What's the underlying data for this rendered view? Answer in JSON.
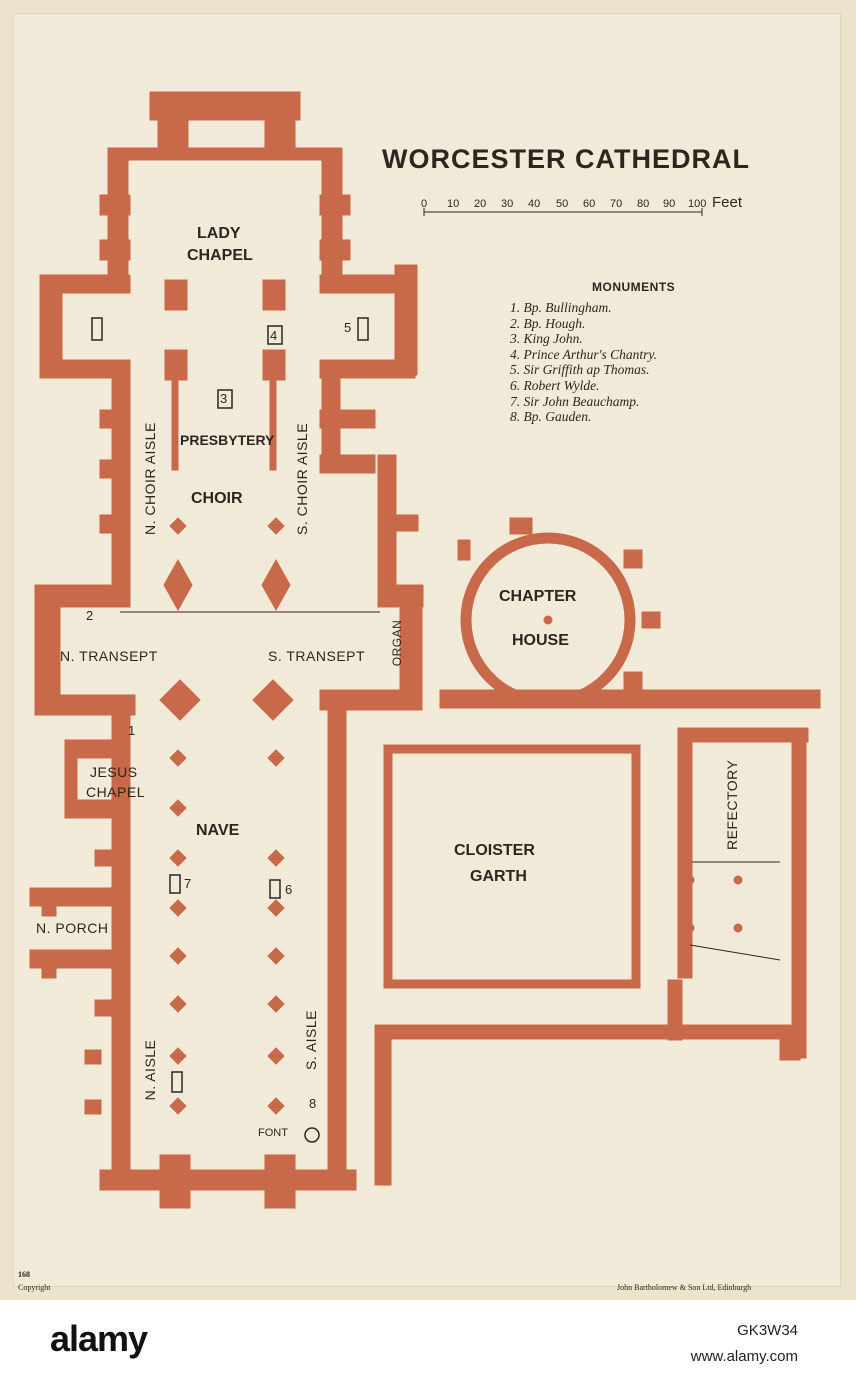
{
  "map": {
    "title": "WORCESTER CATHEDRAL",
    "scale": {
      "ticks": [
        "0",
        "10",
        "20",
        "30",
        "40",
        "50",
        "60",
        "70",
        "80",
        "90",
        "100"
      ],
      "unit": "Feet"
    },
    "monuments_heading": "MONUMENTS",
    "monuments": [
      "1. Bp. Bullingham.",
      "2. Bp. Hough.",
      "3. King John.",
      "4. Prince Arthur's Chantry.",
      "5. Sir Griffith ap Thomas.",
      "6. Robert Wylde.",
      "7. Sir John Beauchamp.",
      "8. Bp. Gauden."
    ],
    "labels": {
      "lady": "LADY",
      "chapel": "CHAPEL",
      "presbytery": "PRESBYTERY",
      "choir": "CHOIR",
      "n_choir_aisle": "N. CHOIR AISLE",
      "s_choir_aisle": "S. CHOIR AISLE",
      "n_transept": "N. TRANSEPT",
      "s_transept": "S. TRANSEPT",
      "organ": "ORGAN",
      "chapter": "CHAPTER",
      "house": "HOUSE",
      "jesus": "JESUS",
      "jesus_chapel": "CHAPEL",
      "nave": "NAVE",
      "cloister": "CLOISTER",
      "garth": "GARTH",
      "refectory": "REFECTORY",
      "n_porch": "N. PORCH",
      "n_aisle": "N. AISLE",
      "s_aisle": "S. AISLE",
      "font": "FONT"
    },
    "numbers": {
      "n1": "1",
      "n2": "2",
      "n3": "3",
      "n4": "4",
      "n5": "5",
      "n6": "6",
      "n7": "7",
      "n8": "8"
    },
    "page_number": "168",
    "copyright": "Copyright",
    "publisher": "John Bartholomew & Son Ltd, Edinburgh",
    "colors": {
      "wall": "#c8694a",
      "paper": "#f2ead8",
      "ink": "#2b2620"
    }
  },
  "watermark": {
    "logo": "alamy",
    "image_id": "GK3W34",
    "url": "www.alamy.com"
  }
}
